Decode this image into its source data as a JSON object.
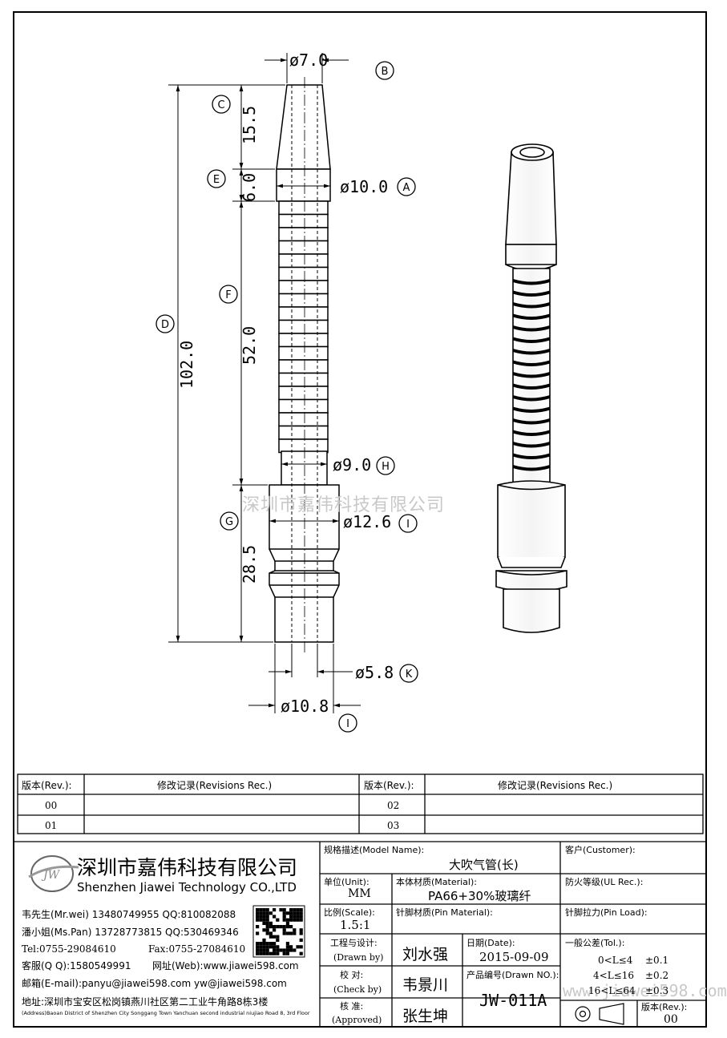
{
  "dimensions": {
    "d_top": "ø7.0",
    "d_cap": "ø10.0",
    "d_rib": "ø9.0",
    "d_collar": "ø12.6",
    "d_inner": "ø5.8",
    "d_bottom": "ø10.8",
    "len_cone": "15.5",
    "len_cap": "6.0",
    "len_rib": "52.0",
    "len_base": "28.5",
    "len_total": "102.0"
  },
  "markers": {
    "A": "A",
    "B": "B",
    "C": "C",
    "D": "D",
    "E": "E",
    "F": "F",
    "G": "G",
    "H": "H",
    "I": "I",
    "I2": "I",
    "K": "K"
  },
  "watermark": "深圳市嘉伟科技有限公司",
  "watermark_url": "www.jiawei598.com",
  "revisions": {
    "rev_label": "版本(Rev.):",
    "rec_label": "修改记录(Revisions Rec.)",
    "rows": [
      "00",
      "01",
      "02",
      "03"
    ]
  },
  "company": {
    "logo_text": "JW",
    "name_cn": "深圳市嘉伟科技有限公司",
    "name_en": "Shenzhen Jiawei Technology CO.,LTD",
    "contact1": "韦先生(Mr.wei) 13480749955 QQ:810082088",
    "contact2": "潘小姐(Ms.Pan) 13728773815 QQ:530469346",
    "tel": "Tel:0755-29084610",
    "fax": "Fax:0755-27084610",
    "qq": "客服(Q Q):1580549991",
    "web": "网址(Web):www.jiawei598.com",
    "email": "邮箱(E-mail):panyu@jiawei598.com  yw@jiawei598.com",
    "address_cn": "地址:深圳市宝安区松岗镇燕川社区第二工业牛角路8栋3楼",
    "address_en": "(Address)Baoan District of Shenzhen City Songgang Town Yanchuan  second industrial niujiao Road 8, 3rd Floor"
  },
  "titleblock": {
    "model_label": "规格描述(Model Name):",
    "model_value": "大吹气管(长)",
    "customer_label": "客户(Customer):",
    "unit_label": "单位(Unit):",
    "unit_value": "MM",
    "material_label": "本体材质(Material):",
    "material_value": "PA66+30%玻璃纤",
    "ul_label": "防火等级(UL Rec.):",
    "scale_label": "比例(Scale):",
    "scale_value": "1.5:1",
    "pin_material_label": "针脚材质(Pin Material):",
    "pin_load_label": "针脚拉力(Pin Load):",
    "drawn_label1": "工程与设计:",
    "drawn_label2": "(Drawn by)",
    "drawn_value": "刘水强",
    "date_label": "日期(Date):",
    "date_value": "2015-09-09",
    "check_label1": "校  对:",
    "check_label2": "(Check by)",
    "check_value": "韦景川",
    "drawno_label": "产品编号(Drawn NO.):",
    "drawno_value": "JW-011A",
    "approved_label1": "核  准:",
    "approved_label2": "(Approved)",
    "approved_value": "张生坤",
    "tol_label": "一般公差(Tol.):",
    "tol1": "0<L≤4",
    "tol1v": "±0.1",
    "tol2": "4<L≤16",
    "tol2v": "±0.2",
    "tol3": "16<L≤64",
    "tol3v": "±0.3",
    "rev_label": "版本(Rev.):",
    "rev_value": "00"
  }
}
